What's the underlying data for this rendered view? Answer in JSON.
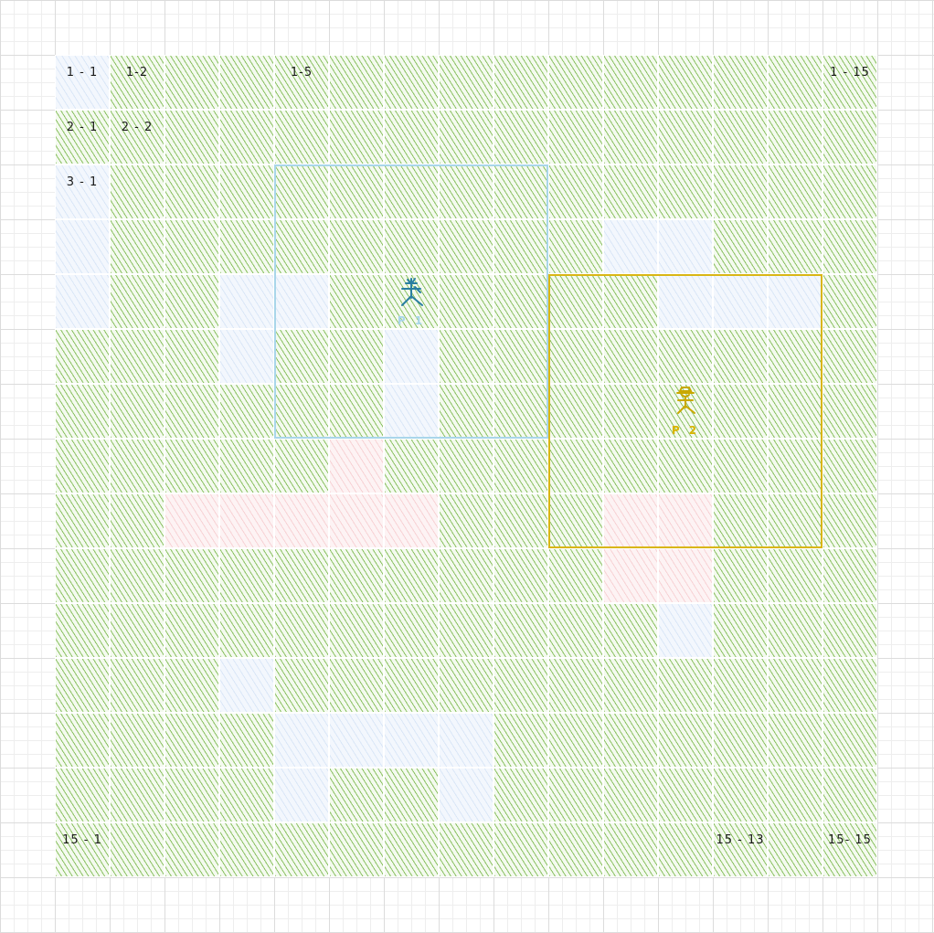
{
  "board": {
    "rows": 15,
    "cols": 15,
    "legend": {
      "g": "grass",
      "w": "water",
      "l": "lava"
    },
    "terrain": [
      "wgggggggggggggg",
      "ggggggggggggggg",
      "wgggggggggggggg",
      "wgggggggggwwggg",
      "wggwwggggggwwwg",
      "gggwggwgggggggg",
      "ggggggwgggggggg",
      "ggggglggggggggg",
      "gglllllgggllggg",
      "ggggggggggllggg",
      "gggggggggggwggg",
      "gggwggggggggggg",
      "ggggwwwwggggggg",
      "ggggwggwggggggg",
      "ggggggggggggggg"
    ],
    "colors": {
      "grass": "#7ab84c",
      "water": "#aac8eb",
      "lava": "#f0aaaf",
      "grid_line": "#dcdcdc"
    },
    "cell_labels": [
      {
        "row": 1,
        "col": 1,
        "text": "1 - 1"
      },
      {
        "row": 1,
        "col": 2,
        "text": "1-2"
      },
      {
        "row": 1,
        "col": 5,
        "text": "1-5"
      },
      {
        "row": 1,
        "col": 15,
        "text": "1 - 15"
      },
      {
        "row": 2,
        "col": 1,
        "text": "2 - 1"
      },
      {
        "row": 2,
        "col": 2,
        "text": "2 - 2"
      },
      {
        "row": 3,
        "col": 1,
        "text": "3 - 1"
      },
      {
        "row": 15,
        "col": 1,
        "text": "15 - 1"
      },
      {
        "row": 15,
        "col": 13,
        "text": "15 - 13"
      },
      {
        "row": 15,
        "col": 15,
        "text": "15- 15"
      }
    ]
  },
  "players": [
    {
      "id": "p1",
      "label": "P 1",
      "row": 5,
      "col": 7,
      "color": "#2a7fa0",
      "label_color": "#a9d6ea",
      "icon": "stick-figure-wizard-icon",
      "view_color": "#a9d6ea",
      "view_rows": [
        3,
        7
      ],
      "view_cols": [
        5,
        9
      ]
    },
    {
      "id": "p2",
      "label": "P 2",
      "row": 7,
      "col": 12,
      "color": "#c9a800",
      "label_color": "#d8b400",
      "icon": "stick-figure-hat-icon",
      "view_color": "#d9b615",
      "view_rows": [
        5,
        9
      ],
      "view_cols": [
        10,
        14
      ]
    }
  ]
}
